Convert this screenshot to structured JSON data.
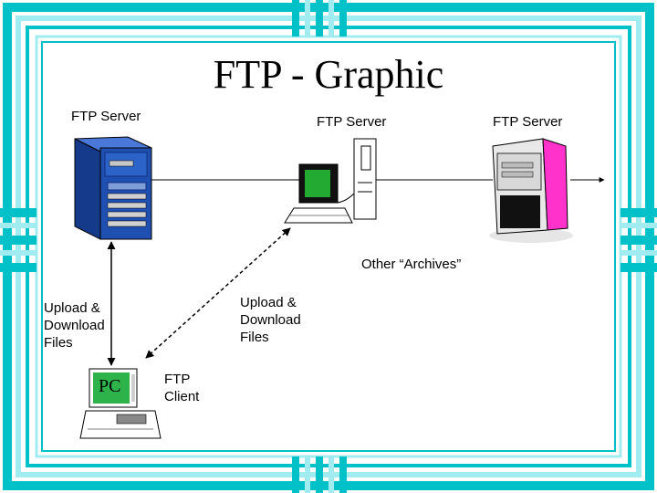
{
  "title": "FTP - Graphic",
  "nodes": {
    "server_left": {
      "label": "FTP Server"
    },
    "server_middle": {
      "label": "FTP Server"
    },
    "server_right": {
      "label": "FTP Server"
    },
    "other_archives": {
      "label": "Other “Archives”"
    },
    "pc": {
      "screen_text": "PC"
    },
    "client": {
      "label": "FTP\nClient"
    }
  },
  "edges": {
    "left_link": {
      "label": "Upload &\nDownload\nFiles"
    },
    "middle_link": {
      "label": "Upload &\nDownload\nFiles"
    }
  },
  "colors": {
    "frame_cyan": "#00c0c8",
    "frame_light": "#a0ecf0",
    "server_blue": "#1f4fb0",
    "server_pink": "#ff33cc",
    "screen_green": "#22aa33",
    "pc_green": "#2db34a"
  }
}
